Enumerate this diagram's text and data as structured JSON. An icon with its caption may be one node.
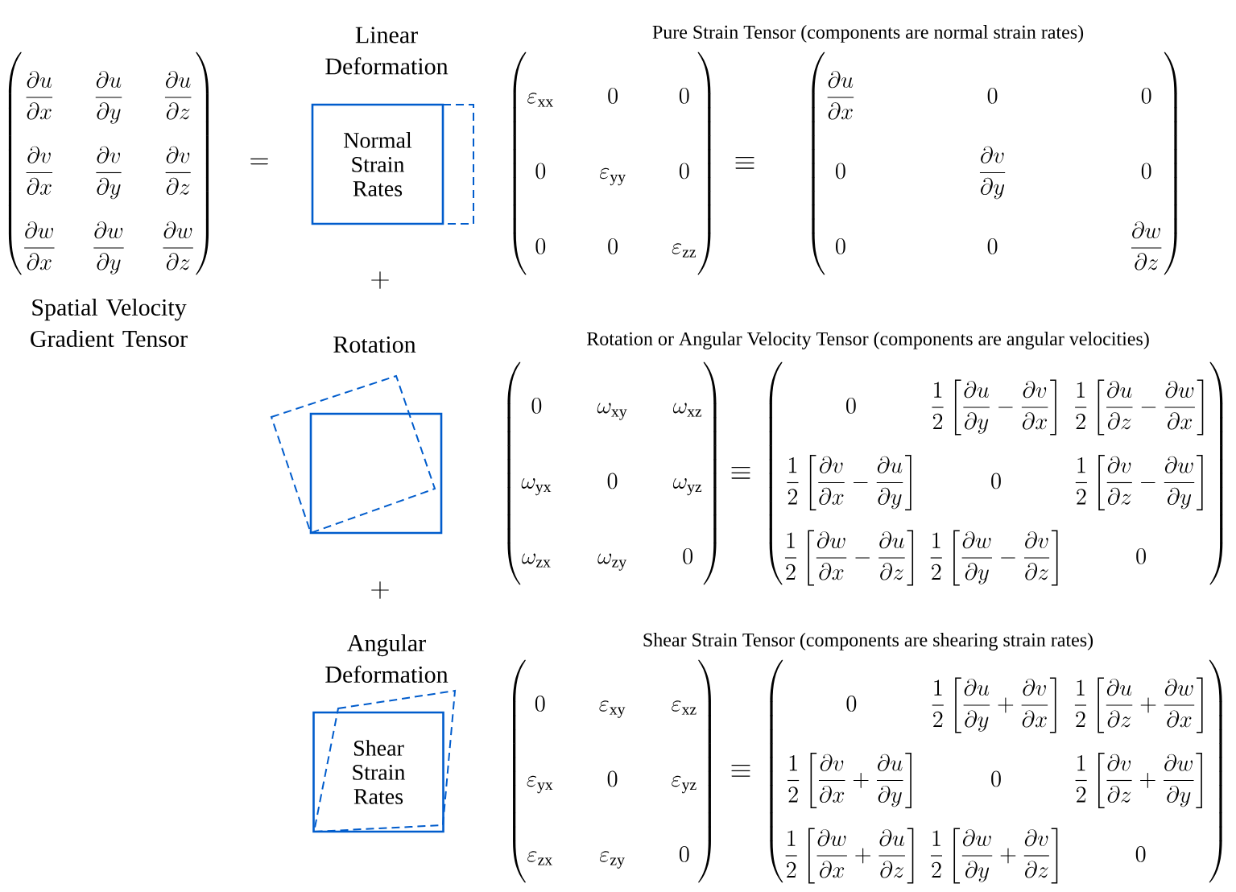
{
  "diagram": {
    "nodes": [
      {
        "text": [
          "Linear Deformation",
          "Normal Strain Rates"
        ]
      },
      {
        "text": [
          "Rotation"
        ]
      },
      {
        "text": [
          "Angular Deformation",
          "Shear Strain Rates"
        ]
      }
    ],
    "labels": [
      "\\begin{pmatrix}\\dfrac{\\partial u}{\\partial x} & \\dfrac{\\partial u}{\\partial y} & \\dfrac{\\partial u}{\\partial z}\\\\ \\dfrac{\\partial v}{\\partial x} & \\dfrac{\\partial v}{\\partial y} & \\dfrac{\\partial v}{\\partial z}\\\\ \\dfrac{\\partial w}{\\partial x} & \\dfrac{\\partial w}{\\partial y} & \\dfrac{\\partial w}{\\partial z}\\end{pmatrix}",
      "Spatial Velocity Gradient Tensor",
      "=",
      "Pure Strain Tensor (components are normal strain rates)",
      "\\begin{pmatrix}\\varepsilon_{\\mathrm{xx}} & 0 & 0\\\\ 0 & \\varepsilon_{\\mathrm{yy}} & 0\\\\ 0 & 0 & \\varepsilon_{\\mathrm{zz}}\\end{pmatrix}",
      "\\equiv",
      "\\begin{pmatrix}\\dfrac{\\partial u}{\\partial x} & 0 & 0\\\\ 0 & \\dfrac{\\partial v}{\\partial y} & 0\\\\ 0 & 0 & \\dfrac{\\partial w}{\\partial z}\\end{pmatrix}",
      "+",
      "Rotation or Angular Velocity Tensor (components are angular velocities)",
      "\\begin{pmatrix}0 & \\omega_{\\mathrm{xy}} & \\omega_{\\mathrm{xz}}\\\\ \\omega_{\\mathrm{yx}} & 0 & \\omega_{\\mathrm{yz}}\\\\ \\omega_{\\mathrm{zx}} & \\omega_{\\mathrm{zy}} & 0\\end{pmatrix}",
      "\\equiv",
      "\\begin{pmatrix}0 & \\dfrac{1}{2}\\left[\\dfrac{\\partial u}{\\partial y}-\\dfrac{\\partial v}{\\partial x}\\right] & \\dfrac{1}{2}\\left[\\dfrac{\\partial u}{\\partial z}-\\dfrac{\\partial w}{\\partial x}\\right]\\\\ \\dfrac{1}{2}\\left[\\dfrac{\\partial v}{\\partial x}-\\dfrac{\\partial u}{\\partial y}\\right] & 0 & \\dfrac{1}{2}\\left[\\dfrac{\\partial v}{\\partial z}-\\dfrac{\\partial w}{\\partial y}\\right]\\\\ \\dfrac{1}{2}\\left[\\dfrac{\\partial w}{\\partial x}-\\dfrac{\\partial u}{\\partial z}\\right] & \\dfrac{1}{2}\\left[\\dfrac{\\partial w}{\\partial y}-\\dfrac{\\partial v}{\\partial z}\\right] & 0\\end{pmatrix}",
      "+",
      "Shear Strain Tensor (components are shearing strain rates)",
      "\\begin{pmatrix}0 & \\varepsilon_{\\mathrm{xy}} & \\varepsilon_{\\mathrm{xz}}\\\\ \\varepsilon_{\\mathrm{yx}} & 0 & \\varepsilon_{\\mathrm{yz}}\\\\ \\varepsilon_{\\mathrm{zx}} & \\varepsilon_{\\mathrm{zy}} & 0\\end{pmatrix}",
      "\\equiv",
      "\\begin{pmatrix}0 & \\dfrac{1}{2}\\left[\\dfrac{\\partial u}{\\partial y}+\\dfrac{\\partial v}{\\partial x}\\right] & \\dfrac{1}{2}\\left[\\dfrac{\\partial u}{\\partial z}+\\dfrac{\\partial w}{\\partial x}\\right]\\\\ \\dfrac{1}{2}\\left[\\dfrac{\\partial v}{\\partial x}+\\dfrac{\\partial u}{\\partial y}\\right] & 0 & \\dfrac{1}{2}\\left[\\dfrac{\\partial v}{\\partial z}+\\dfrac{\\partial w}{\\partial y}\\right]\\\\ \\dfrac{1}{2}\\left[\\dfrac{\\partial w}{\\partial x}+\\dfrac{\\partial u}{\\partial z}\\right] & \\dfrac{1}{2}\\left[\\dfrac{\\partial w}{\\partial y}+\\dfrac{\\partial v}{\\partial z}\\right] & 0\\end{pmatrix}"
    ]
  }
}
